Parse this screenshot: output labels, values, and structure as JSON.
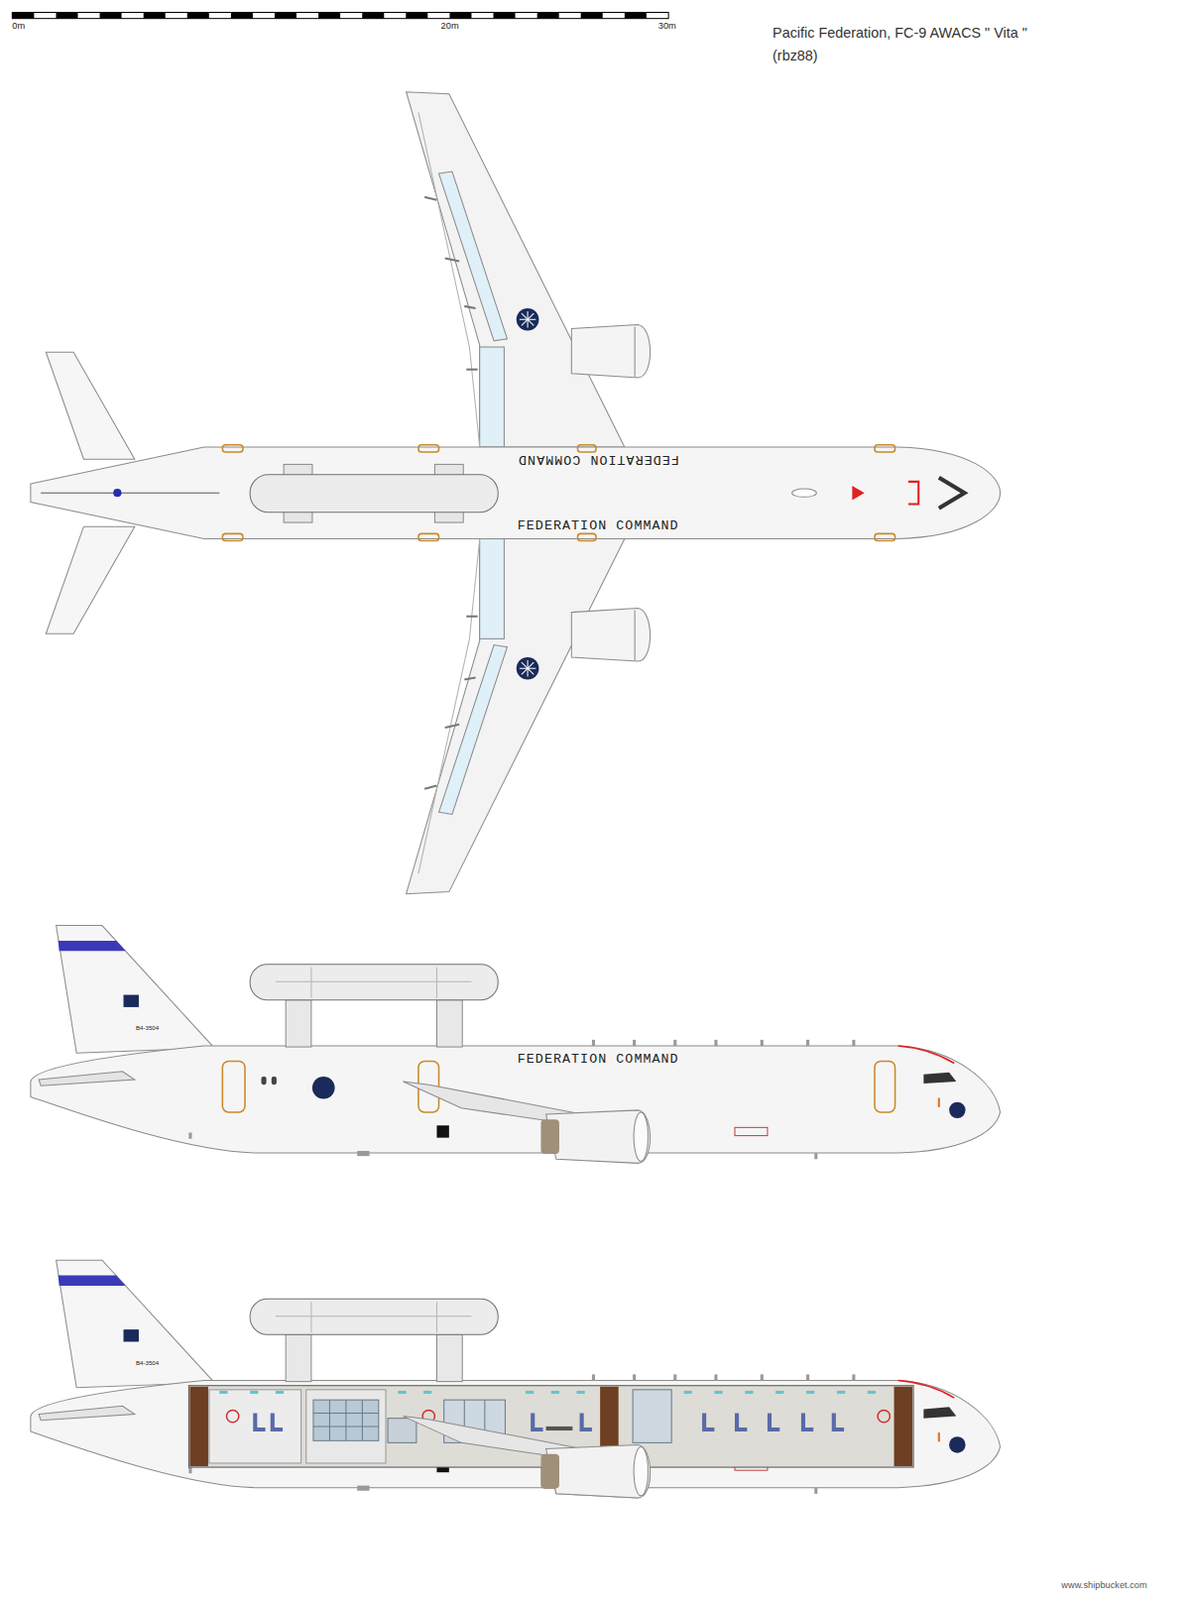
{
  "diagram": {
    "title": "Pacific Federation, FC-9 AWACS \" Vita \"",
    "labels": [
      "(rbz88)",
      "0m",
      "20m",
      "30m",
      "FEDERATION COMMAND",
      "FEDERATION COMMAND",
      "FEDERATION COMMAND",
      "B4-3504",
      "B4-3504",
      "www.shipbucket.com"
    ]
  }
}
